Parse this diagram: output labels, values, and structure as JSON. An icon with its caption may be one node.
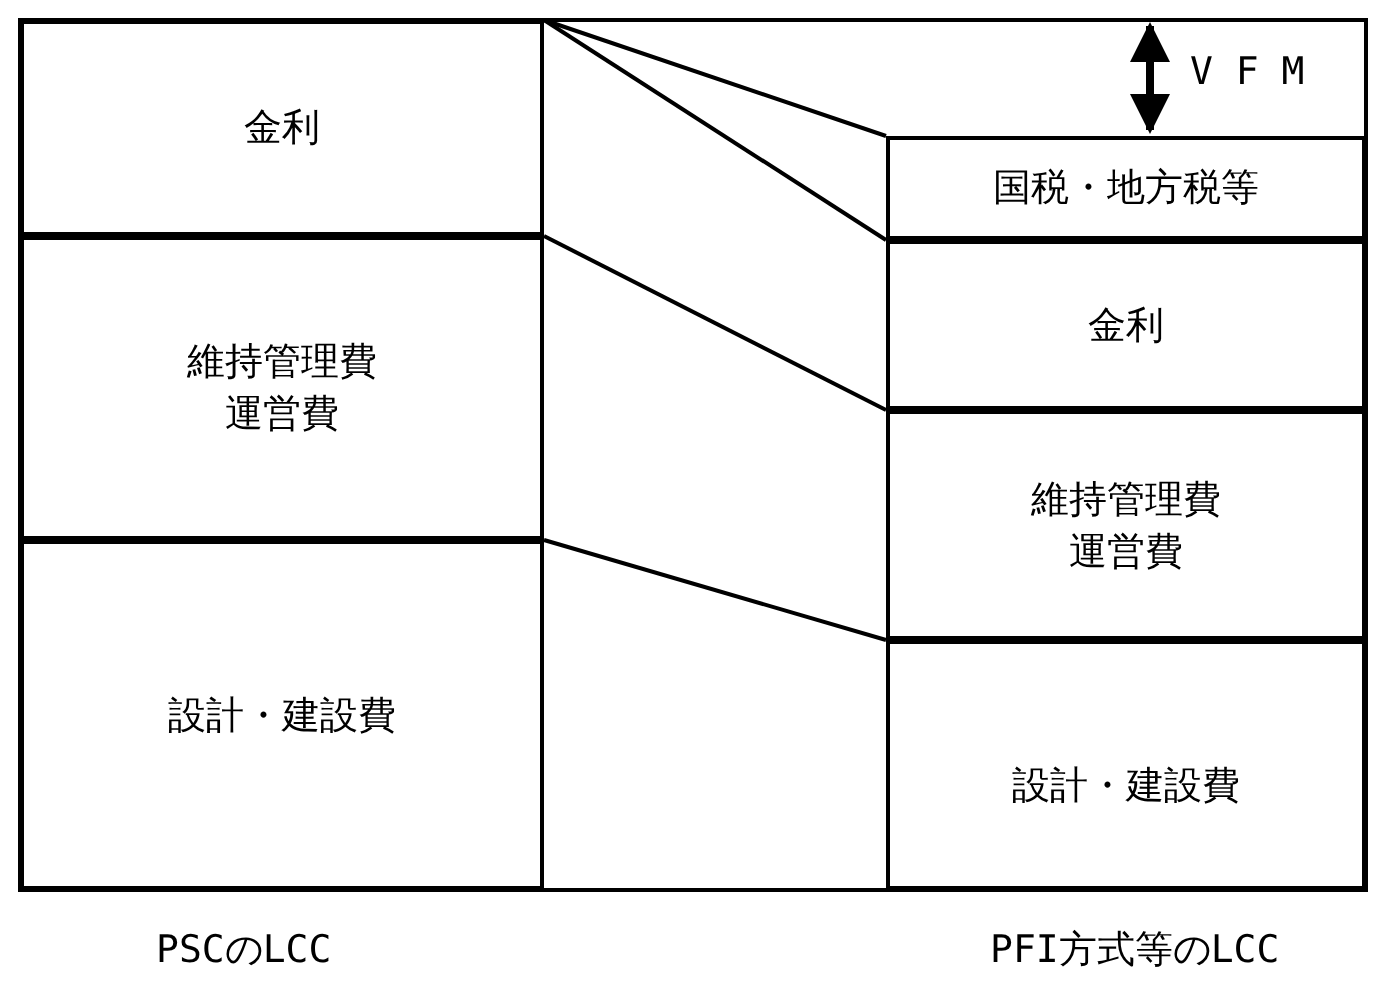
{
  "diagram": {
    "nodes": [
      {
        "text": [
          "金利"
        ]
      },
      {
        "text": [
          "維持管理費運営費"
        ]
      },
      {
        "text": [
          "設計・建設費"
        ]
      },
      {
        "text": [
          "国税・地方税等"
        ]
      },
      {
        "text": [
          "金利"
        ]
      },
      {
        "text": [
          "維持管理費運営費"
        ]
      },
      {
        "text": [
          "設計・建設費"
        ]
      }
    ],
    "edges": [
      {
        "from": 0,
        "to": 3,
        "arrow": "none"
      },
      {
        "from": 0,
        "to": 4,
        "arrow": "none"
      },
      {
        "from": 1,
        "to": 5,
        "arrow": "none"
      },
      {
        "from": 2,
        "to": 6,
        "arrow": "none"
      }
    ],
    "labels": [
      "V F M",
      "PSCのLCC",
      "PFI方式等のLCC"
    ]
  }
}
